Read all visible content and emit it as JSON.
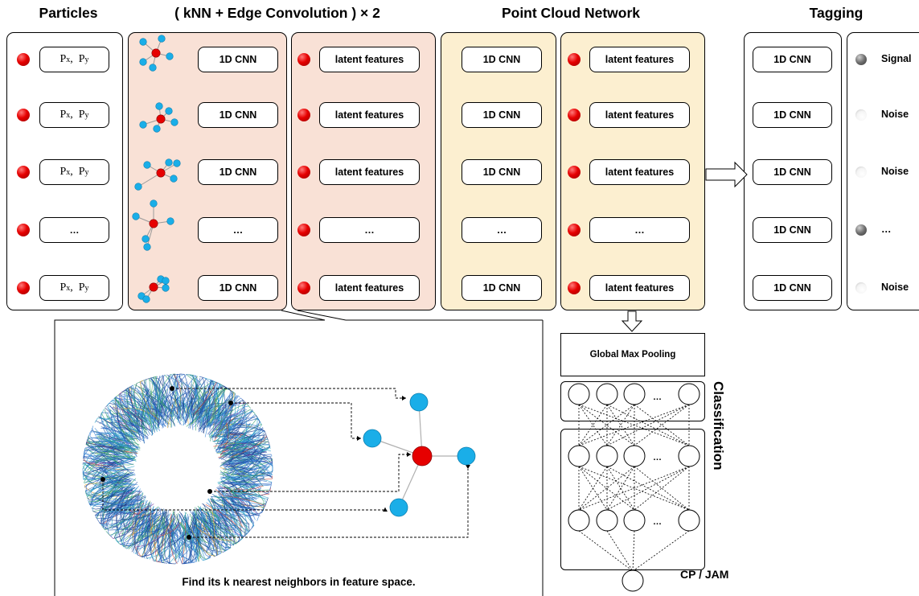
{
  "headers": {
    "particles": "Particles",
    "knn_edge": "( kNN + Edge Convolution ) × 2",
    "point_cloud": "Point Cloud Network",
    "tagging": "Tagging"
  },
  "particles": {
    "rows": [
      {
        "p": "P",
        "x": "x",
        "sep": ",  ",
        "py": "P",
        "y": "y"
      },
      {
        "p": "P",
        "x": "x",
        "sep": ",  ",
        "py": "P",
        "y": "y"
      },
      {
        "p": "P",
        "x": "x",
        "sep": ",  ",
        "py": "P",
        "y": "y"
      },
      {
        "ellipsis": "…"
      },
      {
        "p": "P",
        "x": "x",
        "sep": ",  ",
        "py": "P",
        "y": "y"
      }
    ]
  },
  "edge_conv": {
    "cnn": [
      "1D CNN",
      "1D CNN",
      "1D CNN",
      "…",
      "1D CNN"
    ],
    "latent": [
      "latent features",
      "latent features",
      "latent features",
      "…",
      "latent features"
    ]
  },
  "point_cloud": {
    "cnn": [
      "1D CNN",
      "1D CNN",
      "1D CNN",
      "…",
      "1D CNN"
    ],
    "latent": [
      "latent features",
      "latent features",
      "latent features",
      "…",
      "latent features"
    ]
  },
  "tagging": {
    "cnn": [
      "1D CNN",
      "1D CNN",
      "1D CNN",
      "1D CNN",
      "1D CNN"
    ],
    "labels": [
      {
        "text": "Signal",
        "shade": "dark"
      },
      {
        "text": "Noise",
        "shade": "light"
      },
      {
        "text": "Noise",
        "shade": "light"
      },
      {
        "text": "…",
        "shade": "dark"
      },
      {
        "text": "Noise",
        "shade": "light"
      }
    ]
  },
  "classification": {
    "pooling_label": "Global Max Pooling",
    "side_label": "Classification",
    "output_label": "CP / JAM",
    "layer_ellipsis": "…"
  },
  "knn_caption": "Find its k nearest neighbors in feature space.",
  "colors": {
    "edge_conv_bg": "#f9e1d6",
    "point_cloud_bg": "#fcefd0",
    "particle_red": "#e60000",
    "neighbor_blue": "#1aaee8"
  }
}
